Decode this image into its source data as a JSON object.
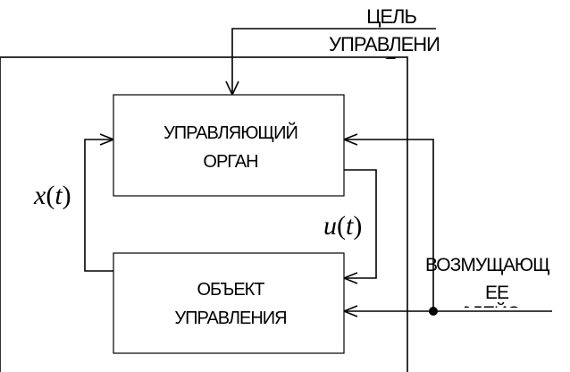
{
  "goal": {
    "line1": "ЦЕЛЬ",
    "line2": "УПРАВЛЕНИ",
    "line3": "Я"
  },
  "controller": {
    "line1": "УПРАВЛЯЮЩИЙ",
    "line2": "ОРГАН"
  },
  "plant": {
    "line1": "ОБЪЕКТ",
    "line2": "УПРАВЛЕНИЯ"
  },
  "disturbance": {
    "line1": "ВОЗМУЩАЮЩ",
    "line2": "ЕЕ",
    "line3": "ВОЗДЕЙСТВИЕ"
  },
  "signals": {
    "x": {
      "symbol": "x",
      "open": "(",
      "arg": "t",
      "close": ")"
    },
    "u": {
      "symbol": "u",
      "open": "(",
      "arg": "t",
      "close": ")"
    }
  }
}
